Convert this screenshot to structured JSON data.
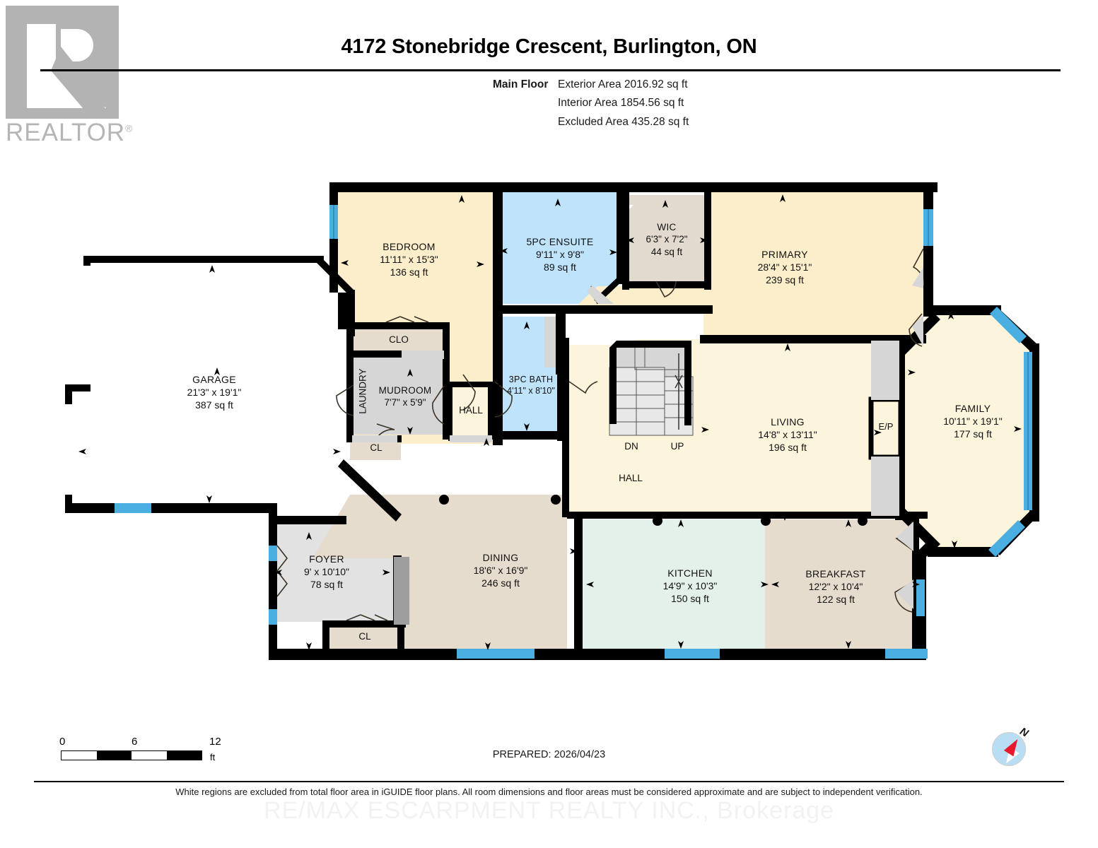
{
  "branding": {
    "logo_word": "REALTOR",
    "logo_reg": "®"
  },
  "header": {
    "title": "4172 Stonebridge Crescent, Burlington, ON",
    "floor_label": "Main Floor",
    "areas": [
      "Exterior Area 2016.92 sq ft",
      "Interior Area 1854.56 sq ft",
      "Excluded Area 435.28 sq ft"
    ]
  },
  "footer": {
    "scale": {
      "ticks": [
        "0",
        "6",
        "12"
      ],
      "unit": "ft"
    },
    "prepared": "PREPARED: 2026/04/23",
    "compass_north": "N",
    "disclaimer": "White regions are excluded from total floor area in iGUIDE floor plans. All room dimensions and floor areas must be considered approximate and are subject to independent verification.",
    "watermark": "RE/MAX ESCARPMENT REALTY INC., Brokerage"
  },
  "colors": {
    "bedroom_yellow": "#FCEECA",
    "bath_blue": "#BFE3FB",
    "kitchen_green": "#E4F0EA",
    "dining_beige": "#E6DCCD",
    "hall_ivory": "#FDF4DC",
    "closet_gray": "#D6D6D6",
    "closet_tan": "#E6DCCD",
    "wall_black": "#000000",
    "window_blue": "#4AAEE0",
    "excluded_white": "#FFFFFF",
    "logo_gray": "#B3B3B3"
  },
  "rooms": [
    {
      "key": "bedroom",
      "name": "BEDROOM",
      "dims": "11'11\" x 15'3\"",
      "area": "136 sq ft"
    },
    {
      "key": "ensuite",
      "name": "5PC ENSUITE",
      "dims": "9'11\" x 9'8\"",
      "area": "89 sq ft"
    },
    {
      "key": "wic",
      "name": "WIC",
      "dims": "6'3\" x 7'2\"",
      "area": "44 sq ft"
    },
    {
      "key": "primary",
      "name": "PRIMARY",
      "dims": "28'4\" x 15'1\"",
      "area": "239 sq ft"
    },
    {
      "key": "garage",
      "name": "GARAGE",
      "dims": "21'3\" x 19'1\"",
      "area": "387 sq ft"
    },
    {
      "key": "mudroom",
      "name": "MUDROOM",
      "dims": "7'7\" x 5'9\"",
      "area": ""
    },
    {
      "key": "bath3pc",
      "name": "3PC BATH",
      "dims": "4'11\" x 8'10\"",
      "area": ""
    },
    {
      "key": "living",
      "name": "LIVING",
      "dims": "14'8\" x 13'11\"",
      "area": "196 sq ft"
    },
    {
      "key": "family",
      "name": "FAMILY",
      "dims": "10'11\" x 19'1\"",
      "area": "177 sq ft"
    },
    {
      "key": "foyer",
      "name": "FOYER",
      "dims": "9' x 10'10\"",
      "area": "78 sq ft"
    },
    {
      "key": "dining",
      "name": "DINING",
      "dims": "18'6\" x 16'9\"",
      "area": "246 sq ft"
    },
    {
      "key": "kitchen",
      "name": "KITCHEN",
      "dims": "14'9\" x 10'3\"",
      "area": "150 sq ft"
    },
    {
      "key": "breakfast",
      "name": "BREAKFAST",
      "dims": "12'2\" x 10'4\"",
      "area": "122 sq ft"
    }
  ],
  "plain_labels": {
    "clo": "CLO",
    "laundry": "LAUNDRY",
    "cl_mud": "CL",
    "cl_foyer": "CL",
    "hall_mud": "HALL",
    "hall_main": "HALL",
    "stairs_dn": "DN",
    "stairs_up": "UP",
    "electrical_panel": "E/P"
  }
}
